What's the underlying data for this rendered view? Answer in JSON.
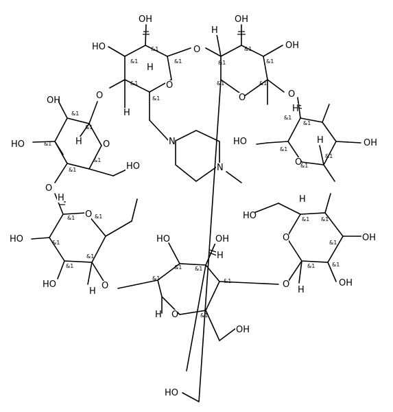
{
  "labels": {
    "hydroxyl": "OH",
    "hydroxyl_left": "HO",
    "oxygen": "O",
    "nitrogen": "N",
    "hydrogen": "H",
    "stereo": "&1"
  },
  "colors": {
    "ink": "#000000",
    "background": "#ffffff"
  }
}
